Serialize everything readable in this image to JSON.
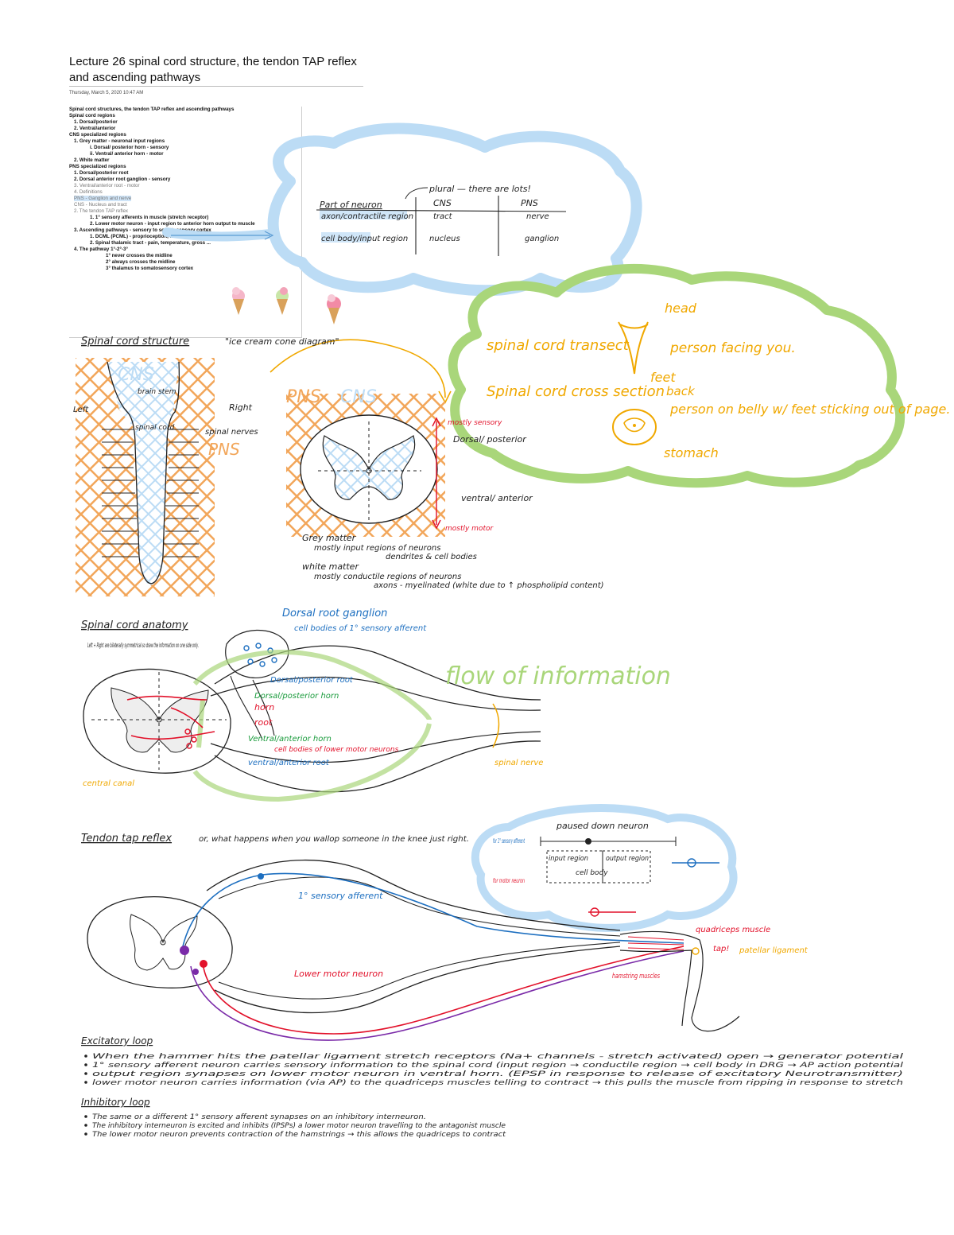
{
  "title": "Lecture 26 spinal cord structure, the tendon TAP reflex and ascending pathways",
  "date_line": "Thursday, March 5, 2020    10:47 AM",
  "notes": [
    {
      "text": "Spinal cord structures, the tendon TAP reflex and ascending pathways",
      "level": 0,
      "bold": true
    },
    {
      "text": "Spinal cord regions",
      "level": 0,
      "bold": true
    },
    {
      "text": "1.   Dorsal/posterior",
      "level": 1,
      "bold": true
    },
    {
      "text": "2.   Ventral/anterior",
      "level": 1,
      "bold": true
    },
    {
      "text": "CNS specialized regions",
      "level": 0,
      "bold": true
    },
    {
      "text": "1.   Grey matter - neuronal input regions",
      "level": 1,
      "bold": true
    },
    {
      "text": "i.   Dorsal/ posterior horn - sensory",
      "level": 2,
      "bold": true
    },
    {
      "text": "ii.  Ventral/ anterior horn - motor",
      "level": 2,
      "bold": true
    },
    {
      "text": "2.   White matter",
      "level": 1,
      "bold": true
    },
    {
      "text": "PNS specialized regions",
      "level": 0,
      "bold": true
    },
    {
      "text": "1.   Dorsal/posterior root",
      "level": 1,
      "bold": true
    },
    {
      "text": "2.   Dorsal anterior root ganglion - sensory",
      "level": 1,
      "bold": true
    },
    {
      "text": "3.   Ventral/anterior root - motor",
      "level": 1,
      "bold": false
    },
    {
      "text": "4.   Definitions",
      "level": 1,
      "bold": false
    },
    {
      "text": "PNS - Ganglion and nerve",
      "level": 1,
      "bold": false,
      "highlight": true
    },
    {
      "text": "CNS - Nucleus and tract",
      "level": 1,
      "bold": false
    },
    {
      "text": "2.   The tendon TAP reflex",
      "level": 1,
      "bold": false
    },
    {
      "text": "1.   1° sensory afferents in muscle (stretch receptor)",
      "level": 2,
      "bold": true
    },
    {
      "text": "2.   Lower motor neuron - input region to anterior horn output to muscle",
      "level": 2,
      "bold": true
    },
    {
      "text": "3.   Ascending pathways - sensory to somatosensory cortex",
      "level": 1,
      "bold": true
    },
    {
      "text": "1.   DCML (PCML) - proprioception, fine touch",
      "level": 2,
      "bold": true
    },
    {
      "text": "2.   Spinal thalamic tract - pain, temperature, gross ...",
      "level": 2,
      "bold": true
    },
    {
      "text": "4.   The pathway 1°-2°-3°",
      "level": 1,
      "bold": true
    },
    {
      "text": "1° never crosses the midline",
      "level": 3,
      "bold": true
    },
    {
      "text": "2° always crosses the midline",
      "level": 3,
      "bold": true
    },
    {
      "text": "3° thalamus to somatosensory cortex",
      "level": 3,
      "bold": true
    }
  ],
  "table": {
    "plural_note": "plural — there are lots!",
    "headers": [
      "Part of neuron",
      "CNS",
      "PNS"
    ],
    "rows": [
      [
        "axon/contractile region",
        "tract",
        "nerve"
      ],
      [
        "cell body/input region",
        "nucleus",
        "ganglion"
      ]
    ]
  },
  "green_cloud": {
    "transect": "spinal cord transect",
    "cross_section": "Spinal cord cross section",
    "head": "head",
    "facing": "person facing you.",
    "feet": "feet",
    "back": "back",
    "belly": "person on belly w/ feet sticking out of page.",
    "stomach": "stomach"
  },
  "structure": {
    "heading": "Spinal cord structure",
    "ice_cream": "\"ice cream cone diagram\"",
    "cns": "CNS",
    "pns": "PNS",
    "brain_stem": "brain stem",
    "spinal_cord": "spinal cord",
    "left": "Left",
    "right": "Right",
    "spinal_nerves": "spinal nerves",
    "mostly_sensory": "mostly sensory",
    "dorsal": "Dorsal/ posterior",
    "ventral": "ventral/ anterior",
    "mostly_motor": "mostly motor",
    "grey_matter": "Grey matter",
    "grey_desc": "mostly input regions of neurons",
    "grey_sub": "dendrites & cell bodies",
    "white_matter": "white matter",
    "white_desc": "mostly conductile regions of neurons",
    "white_sub": "axons - myelinated (white due to ↑ phospholipid content)"
  },
  "anatomy": {
    "heading": "Spinal cord anatomy",
    "side_note": "Left + Right are bilaterally symmetrical so draw the information on one side only.",
    "drg": "Dorsal root ganglion",
    "drg_sub": "cell bodies of 1° sensory afferent",
    "flow": "flow of information",
    "dorsal_root": "Dorsal/posterior root",
    "dorsal_horn": "Dorsal/posterior horn",
    "horn": "horn",
    "root": "root",
    "ventral_horn": "Ventral/anterior horn",
    "ventral_horn_sub": "cell bodies of lower motor neurons",
    "ventral_root": "ventral/anterior root",
    "central_canal": "central canal",
    "spinal_nerve": "spinal nerve"
  },
  "reflex": {
    "heading": "Tendon tap reflex",
    "subtitle": "or, what happens when you wallop someone in the knee just right.",
    "paused": "paused down neuron",
    "input": "input region",
    "output": "output region",
    "cell_body": "cell body",
    "sensory_label": "for 1° sensory afferent",
    "motor_label": "for motor neuron",
    "afferent": "1° sensory afferent",
    "lmn": "Lower motor neuron",
    "quadriceps": "quadriceps muscle",
    "tap": "tap!",
    "patellar": "patellar ligament",
    "hamstring": "hamstring muscles"
  },
  "excitatory": {
    "heading": "Excitatory loop",
    "items": [
      "When the hammer hits the patellar ligament stretch receptors (Na+ channels - stretch activated) open → generator potential",
      "1° sensory afferent neuron carries sensory information to the spinal cord (input region → conductile region → cell body in DRG → AP action potential",
      "output region synapses on lower motor neuron in ventral horn. (EPSP in response to release of excitatory Neurotransmitter)",
      "lower motor neuron carries information (via AP) to the quadriceps muscles telling to contract → this pulls the muscle from ripping in response to stretch"
    ]
  },
  "inhibitory": {
    "heading": "Inhibitory loop",
    "items": [
      "The same or a different 1° sensory afferent synapses on an inhibitory interneuron.",
      "The inhibitory interneuron is excited and inhibits (IPSPs) a lower motor neuron travelling to the antagonist muscle",
      "The lower motor neuron prevents contraction of the hamstrings → this allows the quadriceps to contract"
    ]
  },
  "colors": {
    "orange": "#f2a65a",
    "blue_hl": "#bcdcf5",
    "green": "#a9d67a",
    "ink_orange": "#f0a800",
    "ink_red": "#e2112a",
    "ink_green": "#1a9b3c",
    "ink_blue": "#1d6fc0",
    "ink_purple": "#7a2aa8",
    "ink_dark": "#222222"
  }
}
